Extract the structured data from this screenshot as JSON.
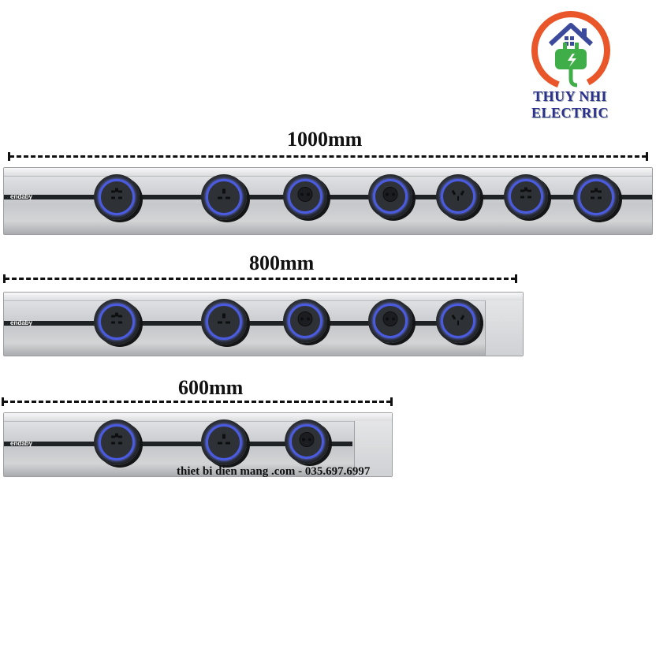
{
  "brand": {
    "logo_text": "THUY NHI ELECTRIC",
    "logo_color": "#2c2f8e",
    "ring_color": "#e8562a",
    "house_color": "#3b4a9a",
    "plug_color": "#3fae49"
  },
  "rails": [
    {
      "length_label": "1000mm",
      "brand_mark": "endaby",
      "socket_types": [
        "universal",
        "uk",
        "schuko",
        "schuko",
        "au",
        "universal",
        "universal"
      ]
    },
    {
      "length_label": "800mm",
      "brand_mark": "endaby",
      "socket_types": [
        "universal",
        "uk",
        "schuko",
        "schuko",
        "au"
      ]
    },
    {
      "length_label": "600mm",
      "brand_mark": "endaby",
      "socket_types": [
        "universal",
        "uk",
        "schuko"
      ]
    }
  ],
  "watermark": "thiet bi dien mang .com - 035.697.6997",
  "colors": {
    "socket_ring": "#4a5be0",
    "rail": "#d0d2d5",
    "channel": "#1f2224"
  }
}
